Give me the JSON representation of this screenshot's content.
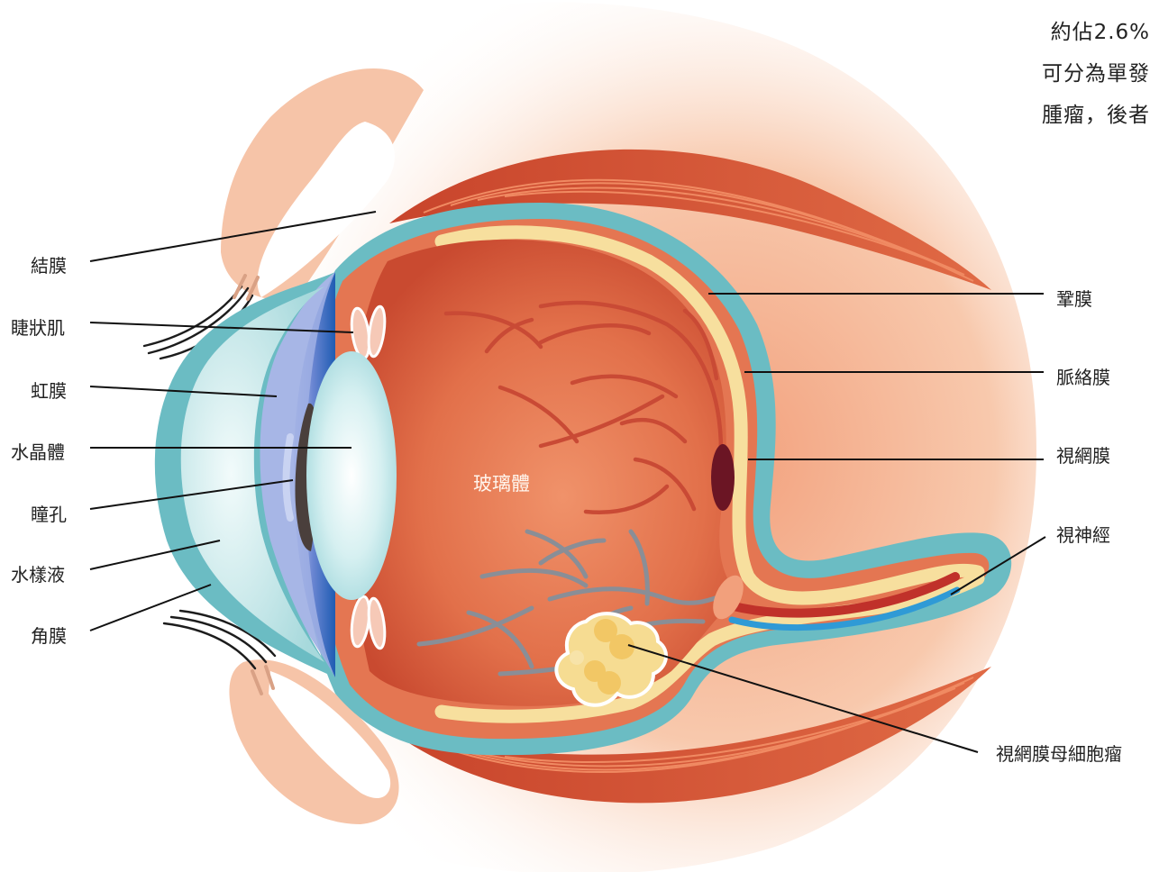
{
  "top_note": {
    "lines": [
      "約佔2.6%",
      "可分為單發",
      "腫瘤，後者"
    ]
  },
  "labels": {
    "left": [
      "結膜",
      "睫狀肌",
      "虹膜",
      "水晶體",
      "瞳孔",
      "水樣液",
      "角膜"
    ],
    "right": [
      "鞏膜",
      "脈絡膜",
      "視網膜",
      "視神經",
      "視網膜母細胞瘤"
    ],
    "vitreous": "玻璃體"
  },
  "colors": {
    "sclera_teal": "#6bbcc3",
    "choroid_yellow": "#f7df9e",
    "eyeball_red": "#d9573a",
    "muscle_red": "#d9573a",
    "iris_blue": "#2a6cc0",
    "lens_cyan": "#cfeef0",
    "tumor_yellow": "#f5d37f",
    "skin": "#f8cbb0"
  }
}
